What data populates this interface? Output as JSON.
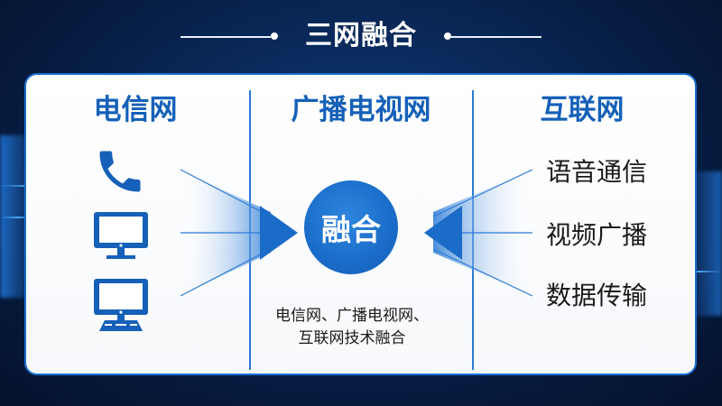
{
  "title": "三网融合",
  "columns": [
    {
      "heading": "电信网",
      "icons": [
        "telephone-icon",
        "monitor-icon",
        "desktop-computer-icon"
      ]
    },
    {
      "heading": "广播电视网"
    },
    {
      "heading": "互联网",
      "items": [
        "语音通信",
        "视频广播",
        "数据传输"
      ]
    }
  ],
  "hub": {
    "label": "融合"
  },
  "caption": {
    "line1": "电信网、广播电视网、",
    "line2": "互联网技术融合"
  },
  "colors": {
    "accent": "#1a6cc8",
    "heading": "#1560b8",
    "background": "#0a2a5c",
    "card": "#ffffff"
  }
}
